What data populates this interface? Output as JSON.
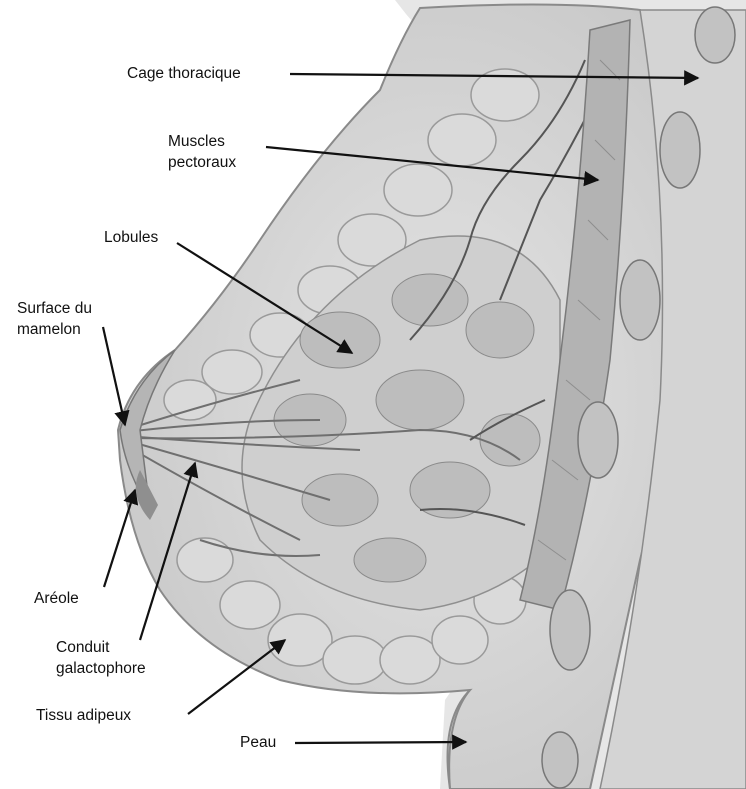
{
  "labels": {
    "cage_thoracique": "Cage thoracique",
    "muscles_line1": "Muscles",
    "muscles_line2": "pectoraux",
    "lobules": "Lobules",
    "surface_line1": "Surface du",
    "surface_line2": "mamelon",
    "areole": "Aréole",
    "conduit_line1": "Conduit",
    "conduit_line2": "galactophore",
    "tissu_adipeux": "Tissu adipeux",
    "peau": "Peau"
  }
}
